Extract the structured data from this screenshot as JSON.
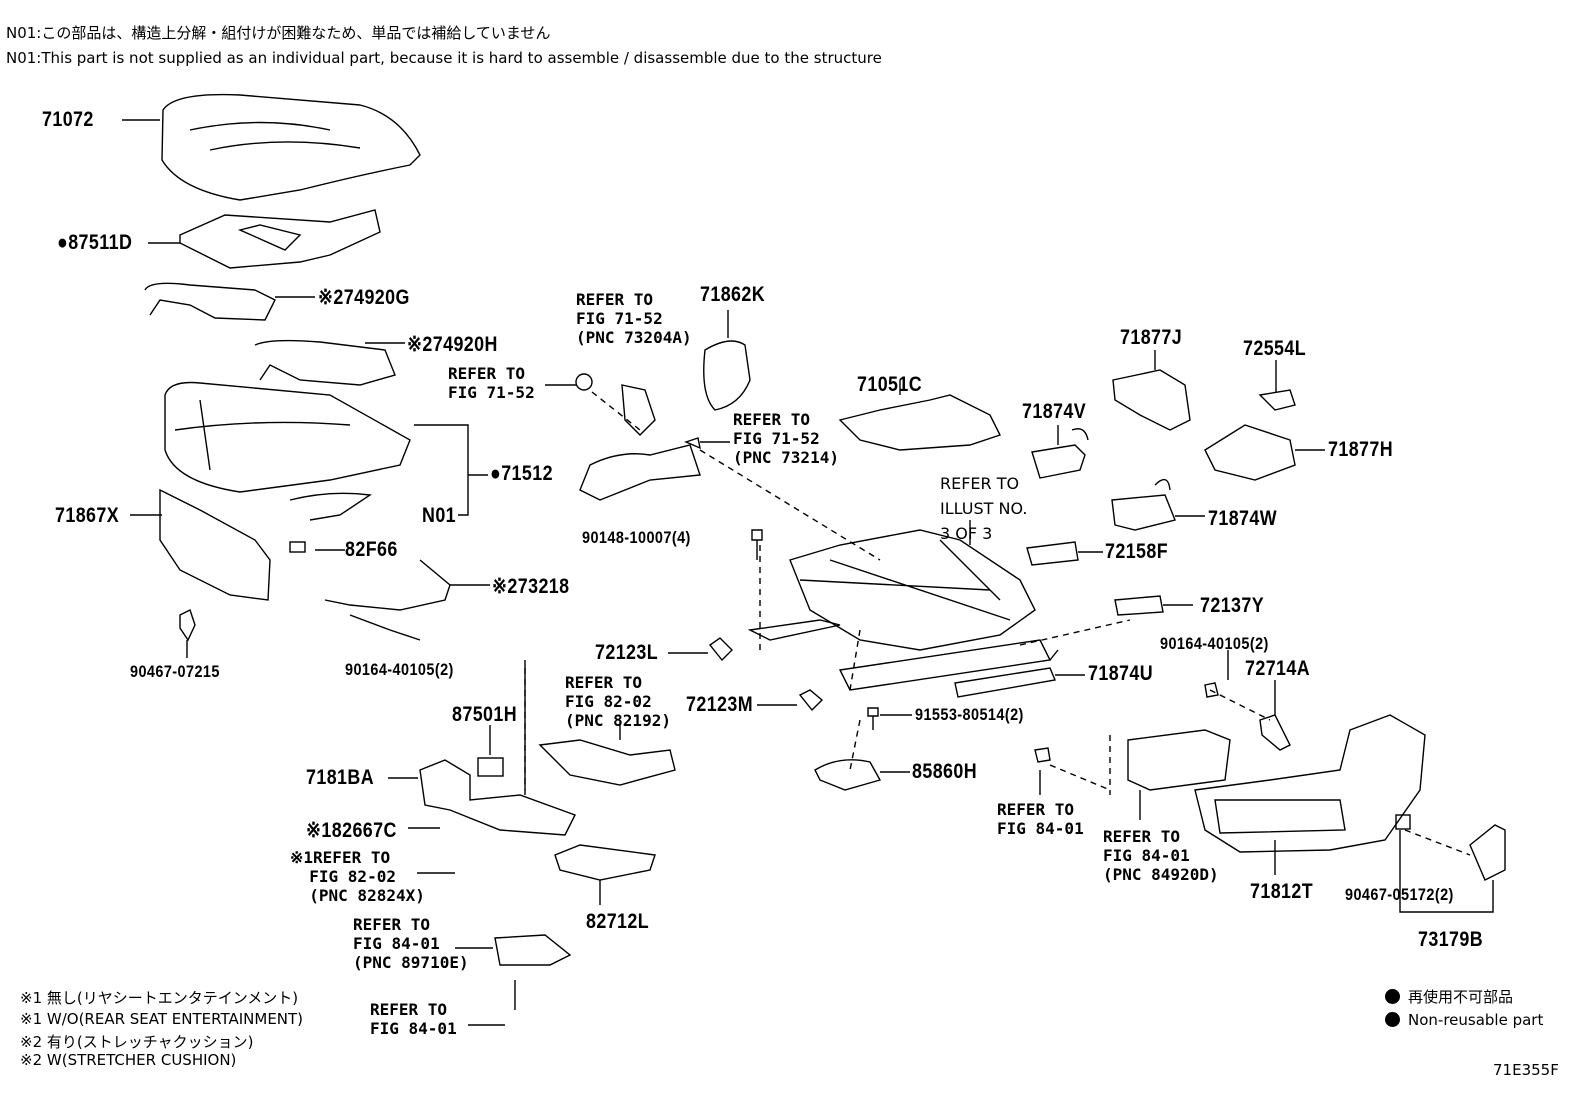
{
  "header": {
    "note_jp": "N01:この部品は、構造上分解・組付けが困難なため、単品では補給していません",
    "note_en": "N01:This part is not supplied as an individual part, because it is hard to assemble / disassemble due to the structure"
  },
  "labels": {
    "p71072": "71072",
    "p87511D": "●87511D",
    "p74920G": "※274920G",
    "p74920H": "※274920H",
    "p71512": "●71512",
    "p71867X": "71867X",
    "pN01": "N01",
    "p82F66": "82F66",
    "p73218": "※273218",
    "p90467_07215": "90467-07215",
    "p90164_a": "90164-40105(2)",
    "p87501H": "87501H",
    "p7181BA": "7181BA",
    "p82667C": "※182667C",
    "p82712L": "82712L",
    "p71862K": "71862K",
    "p90148": "90148-10007(4)",
    "p72123L": "72123L",
    "p72123M": "72123M",
    "p91553": "91553-80514(2)",
    "p85860H": "85860H",
    "p71051C": "71051C",
    "p71874V": "71874V",
    "p71877J": "71877J",
    "p72554L": "72554L",
    "p71877H": "71877H",
    "p71874W": "71874W",
    "p72158F": "72158F",
    "p72137Y": "72137Y",
    "p71874U": "71874U",
    "p90164_b": "90164-40105(2)",
    "p72714A": "72714A",
    "p71812T": "71812T",
    "p90467_05172": "90467-05172(2)",
    "p73179B": "73179B"
  },
  "refs": {
    "r_71_52_73204A": "REFER TO\nFIG 71-52\n(PNC 73204A)",
    "r_71_52": "REFER TO\nFIG 71-52",
    "r_71_52_73214": "REFER TO\nFIG 71-52\n(PNC 73214)",
    "r_illust": "REFER TO\nILLUST NO.\n3 OF 3",
    "r_82_02_82192": "REFER TO\nFIG 82-02\n(PNC 82192)",
    "r_82_02_82824X": "※1REFER TO\n  FIG 82-02\n  (PNC 82824X)",
    "r_84_01_89710E": "REFER TO\nFIG 84-01\n(PNC 89710E)",
    "r_84_01_a": "REFER TO\nFIG 84-01",
    "r_84_01_b": "REFER TO\nFIG 84-01",
    "r_84_01_84920D": "REFER TO\nFIG 84-01\n(PNC 84920D)"
  },
  "footnotes": {
    "f1": "※1 無し(リヤシートエンタテインメント)",
    "f2": "※1 W/O(REAR SEAT ENTERTAINMENT)",
    "f3": "※2 有り(ストレッチャクッション)",
    "f4": "※2 W(STRETCHER  CUSHION)"
  },
  "legend": {
    "jp": "再使用不可部品",
    "en": "Non-reusable part"
  },
  "figure_code": "71E355F"
}
